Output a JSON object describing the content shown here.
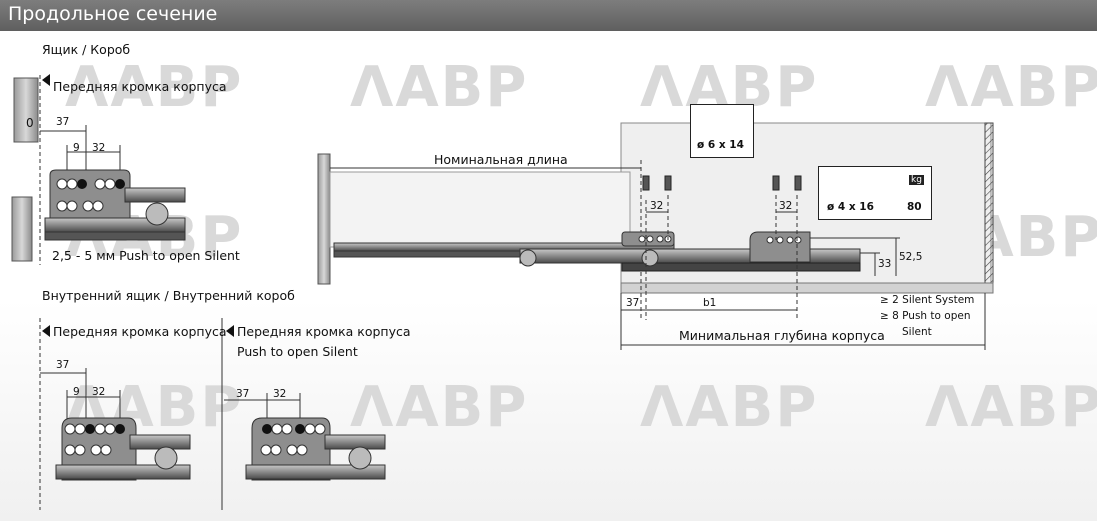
{
  "title": "Продольное сечение",
  "watermark": "ᐱАВР",
  "labels": {
    "section_box": "Ящик / Короб",
    "section_inner": "Внутренний ящик / Внутренний короб",
    "front_edge": "Передняя кромка корпуса",
    "front_edge_2": "Передняя кромка корпуса",
    "front_edge_3": "Передняя кромка корпуса",
    "push_open": "Push to open Silent",
    "gap_note": "2,5 - 5 мм Push to open Silent",
    "nominal_length": "Номинальная длина",
    "min_depth": "Минимальная глубина корпуса",
    "silent_system": "≥ 2 Silent System",
    "push_open_8": "≥ 8 Push to open",
    "silent": "Silent",
    "screw_1": "ø 6 x 14",
    "screw_2": "ø 4 x 16",
    "load": "80",
    "kg": "kg"
  },
  "dimensions": {
    "zero": "0",
    "d37a": "37",
    "d9a": "9",
    "d32a": "32",
    "d37b": "37",
    "d9b": "9",
    "d32b": "32",
    "d37c": "37",
    "d32c": "32",
    "d32d": "32",
    "d32e": "32",
    "d37d": "37",
    "b1": "b1",
    "d33": "33",
    "d525": "52,5"
  },
  "colors": {
    "title_bg": "#6e6e6e",
    "metal": "#8a8a8a",
    "dark": "#333333"
  }
}
